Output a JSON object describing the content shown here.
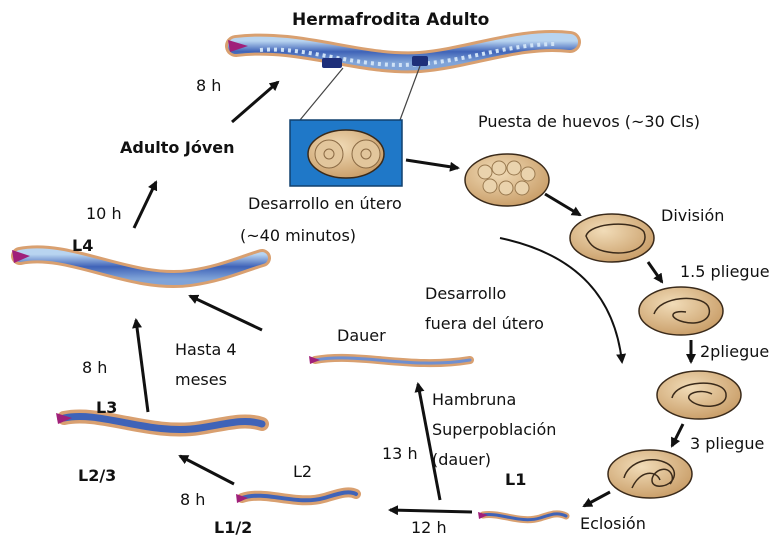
{
  "title": "Hermafrodita Adulto",
  "labels": {
    "adulto_joven": "Adulto Jóven",
    "t8h_top": "8 h",
    "t10h": "10 h",
    "l4": "L4",
    "desarrollo_utero_1": "Desarrollo en útero",
    "desarrollo_utero_2": "(~40 minutos)",
    "puesta_huevos": "Puesta de huevos (~30 Cls)",
    "division": "División",
    "pliegue_15": "1.5 pliegue",
    "pliegue_2": "2pliegue",
    "pliegue_3": "3 pliegue",
    "eclosion": "Eclosión",
    "desarrollo_fuera_1": "Desarrollo",
    "desarrollo_fuera_2": "fuera del útero",
    "dauer": "Dauer",
    "hasta_1": "Hasta 4",
    "hasta_2": "meses",
    "t8h_l3": "8 h",
    "l3": "L3",
    "l23": "L2/3",
    "t8h_l2": "8 h",
    "l12": "L1/2",
    "l2": "L2",
    "hambruna": "Hambruna",
    "superpoblacion": "Superpoblación",
    "dauer_paren": "(dauer)",
    "t13h": "13 h",
    "l1": "L1",
    "t12h": "12 h"
  },
  "colors": {
    "worm_body": "#3f63b8",
    "worm_light": "#9fc3ea",
    "worm_tan": "#d9a070",
    "worm_head": "#a0207a",
    "egg_fill": "#d9b98a",
    "egg_stroke": "#3a2a1a",
    "utero_bg": "#1f78c8"
  }
}
